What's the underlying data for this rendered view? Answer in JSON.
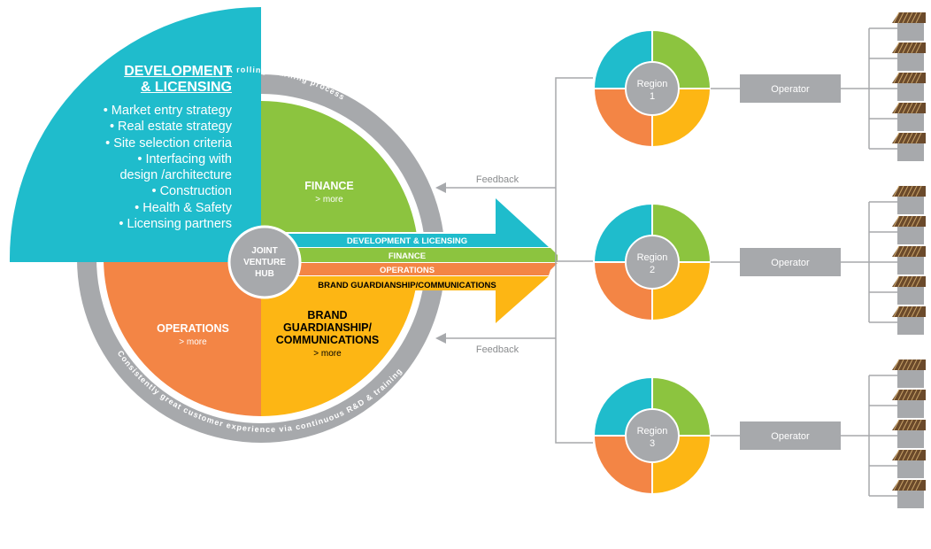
{
  "hub": {
    "line1": "JOINT",
    "line2": "VENTURE",
    "line3": "HUB"
  },
  "ring_text_top": "A rolling learning process",
  "ring_text_bottom": "Consistently great customer experience via continuous R&D & training",
  "segments": {
    "development": {
      "title_line1": "DEVELOPMENT",
      "title_line2": "& LICENSING",
      "items": [
        "• Market entry strategy",
        "• Real estate strategy",
        "• Site selection criteria",
        "• Interfacing with",
        "design /architecture",
        "• Construction",
        "• Health & Safety",
        "• Licensing partners"
      ]
    },
    "finance": {
      "title": "FINANCE",
      "more": "> more"
    },
    "operations": {
      "title": "OPERATIONS",
      "more": "> more"
    },
    "brand": {
      "title_line1": "BRAND",
      "title_line2": "GUARDIANSHIP/",
      "title_line3": "COMMUNICATIONS",
      "more": "> more"
    }
  },
  "arrow_bands": [
    "DEVELOPMENT & LICENSING",
    "FINANCE",
    "OPERATIONS",
    "BRAND GUARDIANSHIP/COMMUNICATIONS"
  ],
  "feedback": [
    "Feedback",
    "Feedback"
  ],
  "regions": [
    {
      "label": "Region",
      "number": "1",
      "operator": "Operator"
    },
    {
      "label": "Region",
      "number": "2",
      "operator": "Operator"
    },
    {
      "label": "Region",
      "number": "3",
      "operator": "Operator"
    }
  ],
  "colors": {
    "teal": "#1fbccc",
    "green": "#8cc43f",
    "orange": "#f38545",
    "yellow": "#fdb614",
    "gray": "#a7a9ac",
    "dark_gray": "#8a8c8e"
  }
}
